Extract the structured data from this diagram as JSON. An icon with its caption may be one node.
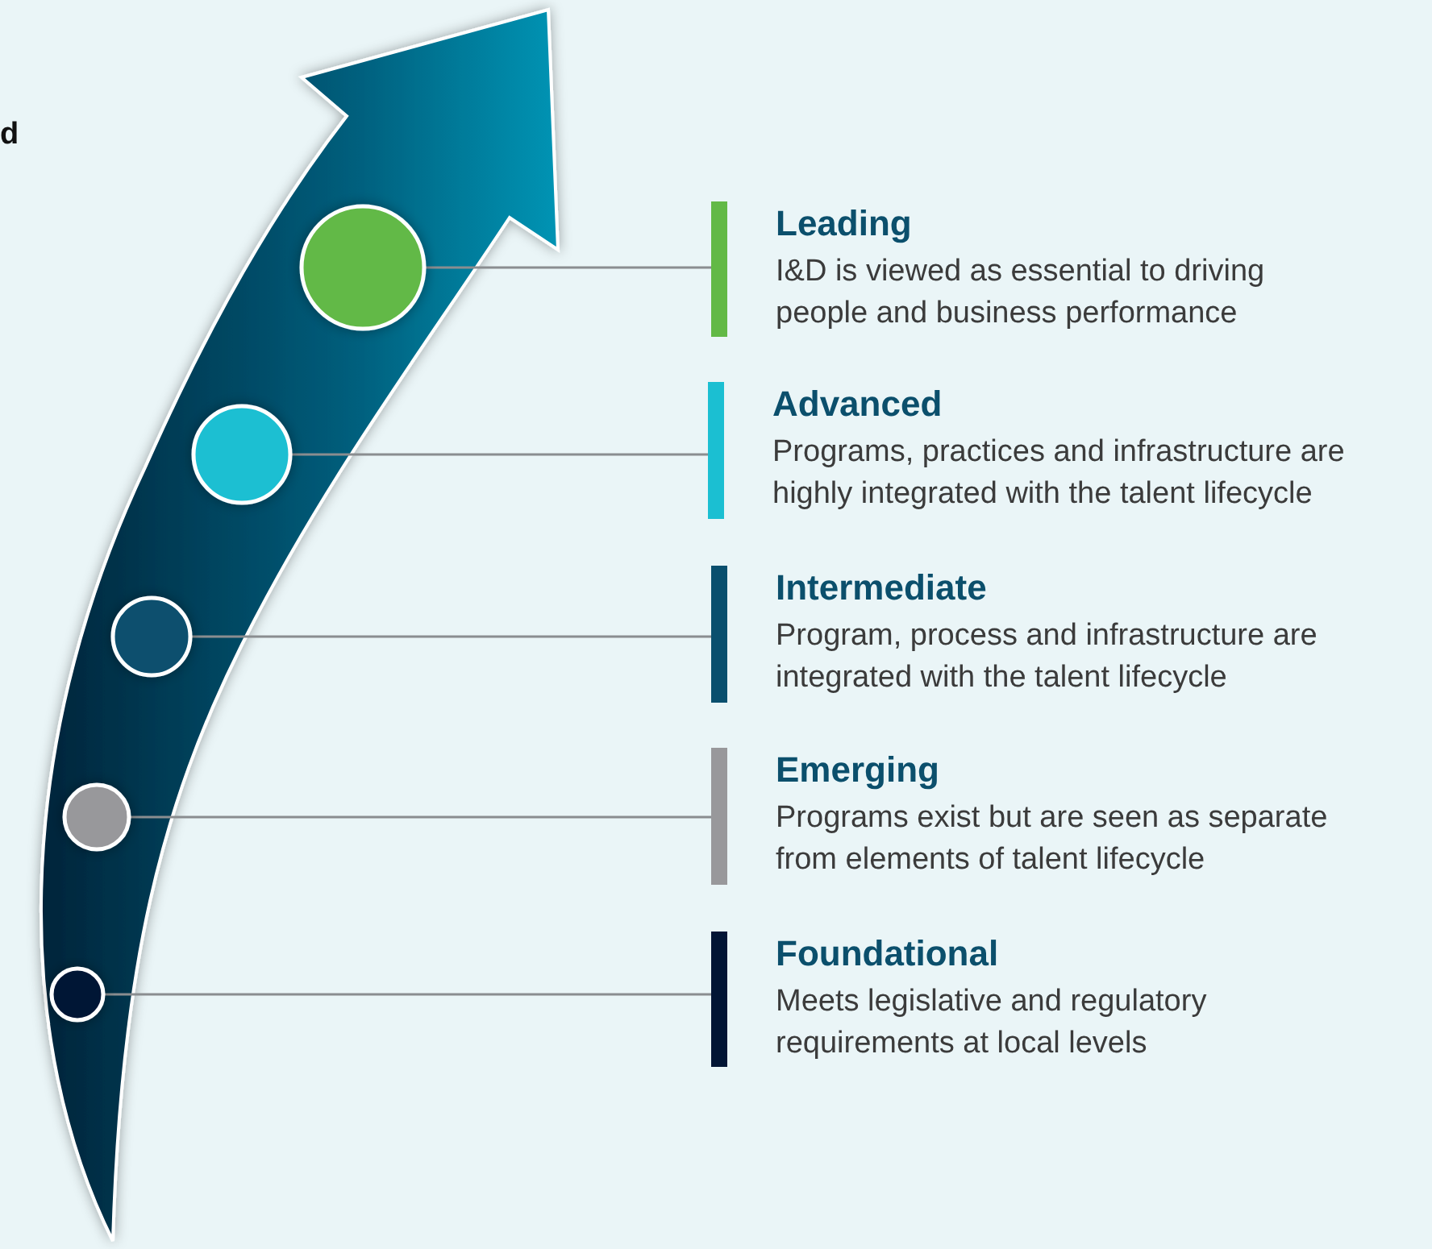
{
  "diagram": {
    "nodes": [
      {
        "text": [],
        "shape": "circle"
      },
      {
        "text": [],
        "shape": "circle"
      },
      {
        "text": [],
        "shape": "circle"
      },
      {
        "text": [],
        "shape": "circle"
      },
      {
        "text": [],
        "shape": "circle"
      },
      {
        "text": [
          "Leading",
          "I&D is viewed as essential to driving people and business performance"
        ]
      },
      {
        "text": [
          "Advanced",
          "Programs, practices and infrastructure are highly integrated with the talent lifecycle"
        ]
      },
      {
        "text": [
          "Intermediate",
          "Program, process and infrastructure are integrated with the talent lifecycle"
        ]
      },
      {
        "text": [
          "Emerging",
          "Programs exist but are seen as separate from elements of talent lifecycle"
        ]
      },
      {
        "text": [
          "Foundational",
          "Meets legislative and regulatory requirements at local levels"
        ]
      }
    ],
    "edges": [
      {
        "from": 0,
        "to": 5,
        "arrow": "none"
      },
      {
        "from": 1,
        "to": 6,
        "arrow": "none"
      },
      {
        "from": 2,
        "to": 7,
        "arrow": "none"
      },
      {
        "from": 3,
        "to": 8,
        "arrow": "none"
      },
      {
        "from": 4,
        "to": 9,
        "arrow": "none"
      }
    ],
    "labels": [
      "d"
    ]
  }
}
